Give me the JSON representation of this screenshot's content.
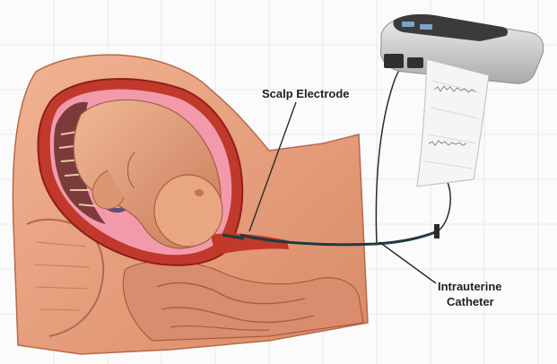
{
  "labels": {
    "scalp_electrode": "Scalp Electrode",
    "intrauterine_line1": "Intrauterine",
    "intrauterine_line2": "Catheter"
  },
  "colors": {
    "background": "#fbfbfb",
    "grid": "#e6e6e6",
    "skin": "#e9a17f",
    "skin_dark": "#c9704f",
    "uterus_wall": "#c0392b",
    "uterus_lining": "#f08aa0",
    "fetus": "#e7a27e",
    "fetus_shadow": "#b9664a",
    "cord": "#6b5a86",
    "monitor_body": "#d9dadb",
    "monitor_dark": "#3a3b3d",
    "paper": "#f4f4f4",
    "wire": "#2a2a2a"
  },
  "icons": [
    "fetal-monitor-icon",
    "paper-strip-icon"
  ]
}
